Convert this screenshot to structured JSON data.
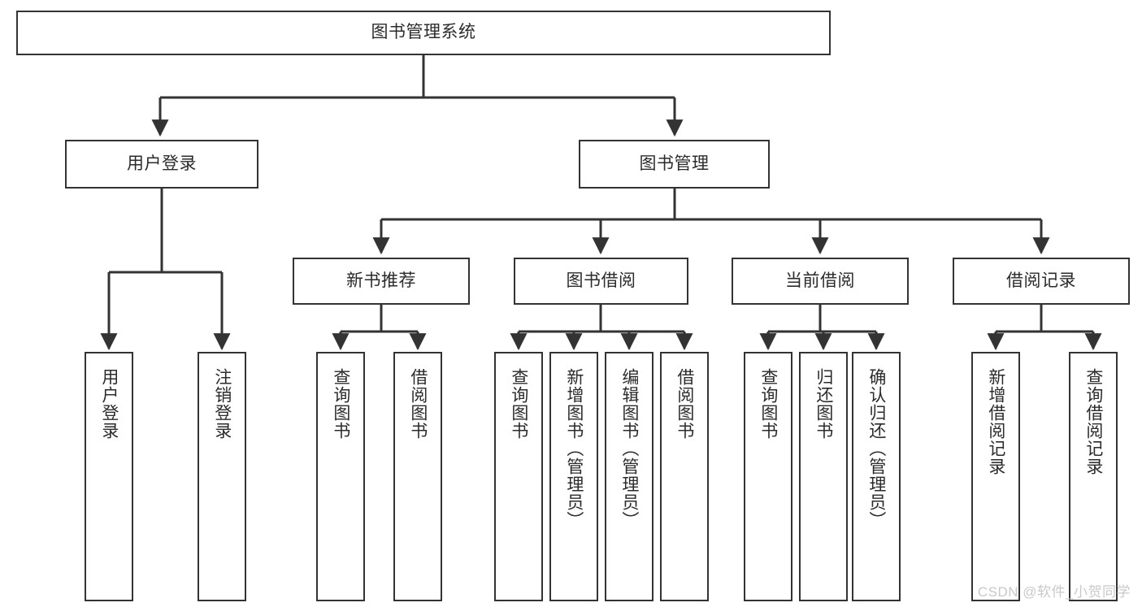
{
  "diagram": {
    "title": "图书管理系统",
    "type": "tree",
    "orientation": "top-down",
    "line_color": "#333333",
    "box_fill": "#ffffff",
    "text_color": "#2b2b2b",
    "watermark": "CSDN @软件_小贺同学"
  },
  "nodes": {
    "root": {
      "label": "图书管理系统"
    },
    "level1": [
      {
        "id": "user-login",
        "label": "用户登录"
      },
      {
        "id": "book-manage",
        "label": "图书管理"
      }
    ],
    "level2": [
      {
        "id": "new-book-recommend",
        "label": "新书推荐"
      },
      {
        "id": "book-borrow",
        "label": "图书借阅"
      },
      {
        "id": "current-borrow",
        "label": "当前借阅"
      },
      {
        "id": "borrow-record",
        "label": "借阅记录"
      }
    ],
    "leaves": {
      "user_login": [
        {
          "id": "leaf-user-login",
          "label": "用户登录"
        },
        {
          "id": "leaf-logout",
          "label": "注销登录"
        }
      ],
      "new_book_recommend": [
        {
          "id": "leaf-query-book-1",
          "label": "查询图书"
        },
        {
          "id": "leaf-borrow-book-1",
          "label": "借阅图书"
        }
      ],
      "book_borrow": [
        {
          "id": "leaf-query-book-2",
          "label": "查询图书"
        },
        {
          "id": "leaf-add-book",
          "label": "新增图书（管理员）"
        },
        {
          "id": "leaf-edit-book",
          "label": "编辑图书（管理员）"
        },
        {
          "id": "leaf-borrow-book-2",
          "label": "借阅图书"
        }
      ],
      "current_borrow": [
        {
          "id": "leaf-query-book-3",
          "label": "查询图书"
        },
        {
          "id": "leaf-return-book",
          "label": "归还图书"
        },
        {
          "id": "leaf-confirm-return",
          "label": "确认归还（管理员）"
        }
      ],
      "borrow_record": [
        {
          "id": "leaf-add-record",
          "label": "新增借阅记录"
        },
        {
          "id": "leaf-query-record",
          "label": "查询借阅记录"
        }
      ]
    }
  }
}
